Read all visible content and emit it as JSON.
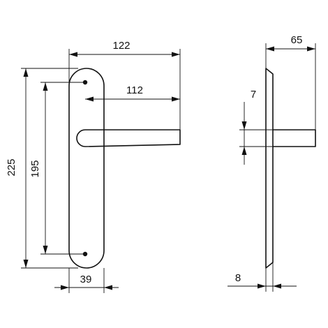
{
  "dimensions": {
    "plate_length": "225",
    "hole_spacing": "195",
    "lever_span": "122",
    "lever_reach": "112",
    "plate_width": "39",
    "projection": "65",
    "lever_thickness": "7",
    "plate_thickness": "8"
  }
}
